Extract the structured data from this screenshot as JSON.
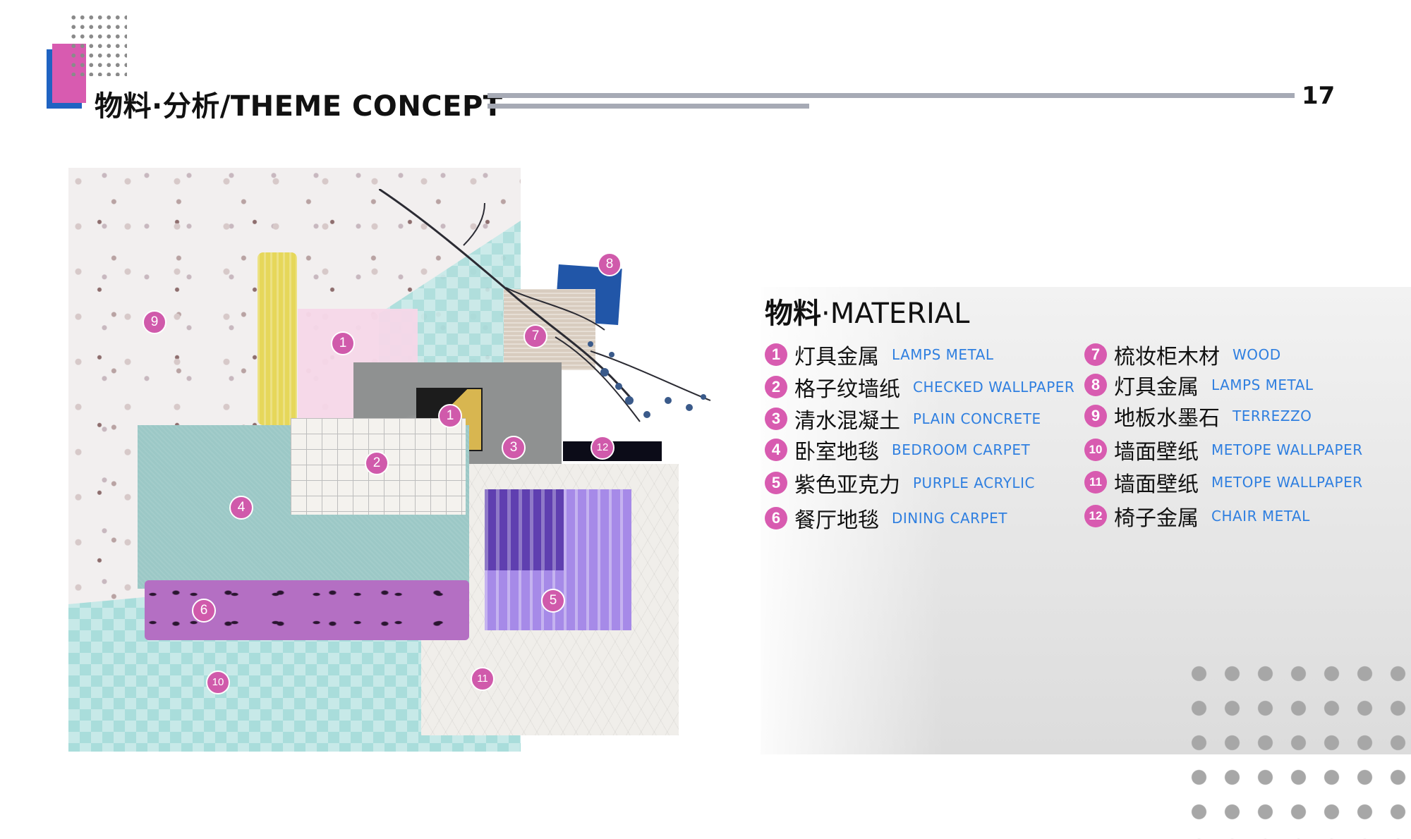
{
  "header": {
    "title_zh": "物料·分析/",
    "title_en": "THEME CONCEPT",
    "page_number": "17"
  },
  "collage_markers": [
    {
      "label": "1"
    },
    {
      "label": "1"
    },
    {
      "label": "2"
    },
    {
      "label": "3"
    },
    {
      "label": "4"
    },
    {
      "label": "5"
    },
    {
      "label": "6"
    },
    {
      "label": "7"
    },
    {
      "label": "8"
    },
    {
      "label": "9"
    },
    {
      "label": "10"
    },
    {
      "label": "11"
    },
    {
      "label": "12"
    }
  ],
  "material_panel": {
    "title_zh": "物料",
    "title_sep": "·",
    "title_en": "MATERIAL",
    "items": [
      {
        "num": "1",
        "zh": "灯具金属",
        "en": "LAMPS METAL"
      },
      {
        "num": "2",
        "zh": "格子纹墙纸",
        "en": "CHECKED WALLPAPER"
      },
      {
        "num": "3",
        "zh": "清水混凝土",
        "en": "PLAIN CONCRETE"
      },
      {
        "num": "4",
        "zh": "卧室地毯",
        "en": "BEDROOM CARPET"
      },
      {
        "num": "5",
        "zh": "紫色亚克力",
        "en": "PURPLE ACRYLIC"
      },
      {
        "num": "6",
        "zh": "餐厅地毯",
        "en": "DINING CARPET"
      },
      {
        "num": "7",
        "zh": "梳妆柜木材",
        "en": "WOOD"
      },
      {
        "num": "8",
        "zh": "灯具金属",
        "en": "LAMPS METAL"
      },
      {
        "num": "9",
        "zh": "地板水墨石",
        "en": "TERREZZO"
      },
      {
        "num": "10",
        "zh": "墙面壁纸",
        "en": "METOPE WALLPAPER"
      },
      {
        "num": "11",
        "zh": "墙面壁纸",
        "en": "METOPE WALLPAPER"
      },
      {
        "num": "12",
        "zh": "椅子金属",
        "en": "CHAIR METAL"
      }
    ]
  },
  "colors": {
    "accent_pink": "#d85bb0",
    "accent_blue": "#1f63c2",
    "english_label_blue": "#2f7fe0",
    "rule_gray": "#a6aab5"
  },
  "icons": [
    "decorative-dot-grid",
    "number-badge"
  ]
}
